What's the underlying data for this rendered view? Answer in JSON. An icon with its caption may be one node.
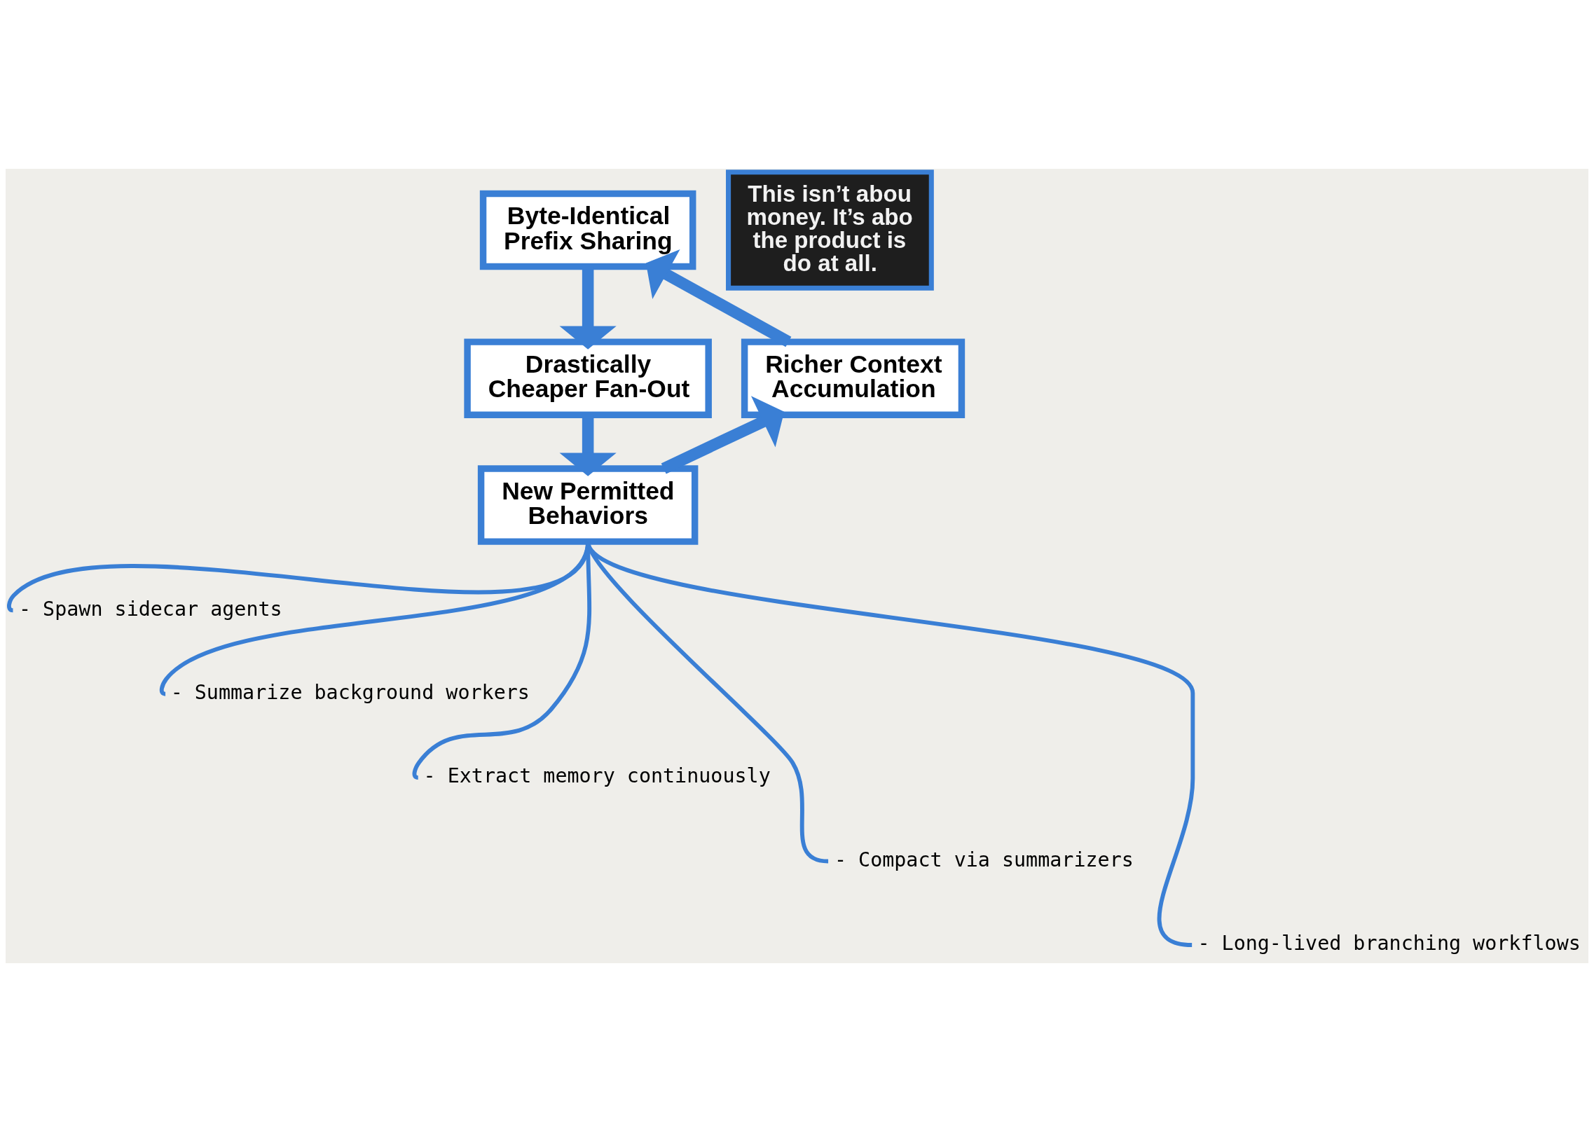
{
  "diagram": {
    "nodes": [
      {
        "text": [
          "Byte-Identical Prefix Sharing"
        ]
      },
      {
        "text": [
          "Richer Context Accumulation"
        ]
      },
      {
        "text": [
          "Drastically Cheaper Fan-Out"
        ]
      },
      {
        "text": [
          "New Permitted Behaviors"
        ]
      },
      {
        "text": [
          "This isn’t abou money. It’s abo the product is do at all."
        ]
      },
      {
        "text": [
          "- Spawn sidecar agents"
        ]
      },
      {
        "text": [
          "- Summarize background workers"
        ]
      },
      {
        "text": [
          "- Extract memory continuously"
        ]
      },
      {
        "text": [
          "- Compact via summarizers"
        ]
      },
      {
        "text": [
          "- Long-lived branching workflows"
        ]
      }
    ],
    "edges": [
      {
        "from": 0,
        "to": 2,
        "arrow": "to",
        "style": "thick"
      },
      {
        "from": 2,
        "to": 3,
        "arrow": "to",
        "style": "thick"
      },
      {
        "from": 3,
        "to": 1,
        "arrow": "to",
        "style": "thick"
      },
      {
        "from": 1,
        "to": 0,
        "arrow": "to",
        "style": "thick"
      },
      {
        "from": 3,
        "to": 5,
        "arrow": "none"
      },
      {
        "from": 3,
        "to": 6,
        "arrow": "none"
      },
      {
        "from": 3,
        "to": 7,
        "arrow": "none"
      },
      {
        "from": 3,
        "to": 8,
        "arrow": "none"
      },
      {
        "from": 3,
        "to": 9,
        "arrow": "none"
      }
    ]
  }
}
